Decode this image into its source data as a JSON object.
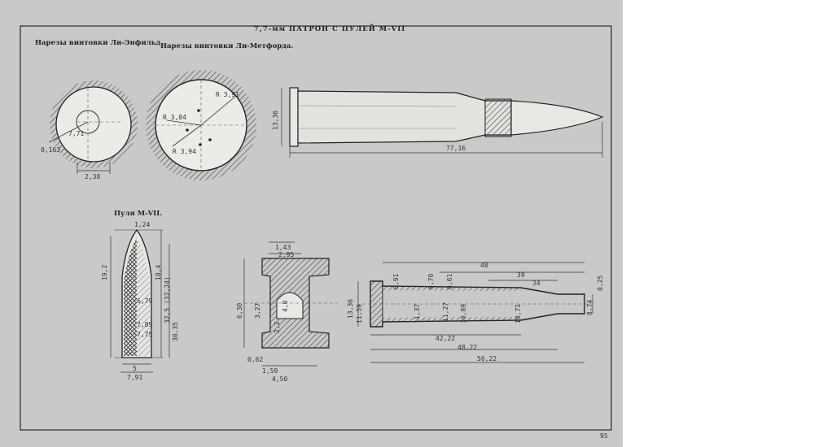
{
  "sheet": {
    "title": "7,7-мм ПАТРОН С ПУЛЕЙ М-VII",
    "page_number": "95"
  },
  "labels": {
    "lee_enfield_rifling": "Нарезы винтовки Ли-Энфильд.",
    "lee_metford_rifling": "Нарезы винтовки Ли-Метфорда.",
    "bullet_title": "Пуля М-VII."
  },
  "dimensions": {
    "enfield": {
      "groove_width": "2,38",
      "bore_dia": "7,71",
      "groove_depth": "0,163"
    },
    "metford": {
      "r1": "R 3,84",
      "r2": "R 3,94",
      "r3": "R 3,91"
    },
    "cartridge": {
      "overall_length": "77,16",
      "rim_dia": "13,36"
    },
    "bullet": {
      "top": "1,24",
      "len1": "19,2",
      "len2": "18,4",
      "len3": "32,5 (32,24)",
      "len4": "30,35",
      "d1": "7,89",
      "d2": "7,75",
      "d3": "6,79",
      "d4": "5",
      "d5": "7,91"
    },
    "base": {
      "d1": "1,43",
      "d2": "2,95",
      "d3": "6,30",
      "d4": "3,27",
      "d5": "2,2",
      "d6": "4,0",
      "d7": "0,62",
      "d8": "1,59",
      "d9": "4,50"
    },
    "case": {
      "l48": "48",
      "l39": "39",
      "l34": "34",
      "l4222": "42,22",
      "l4822": "48,22",
      "l5622": "56,22",
      "d1336": "13,36",
      "d1159": "11,59",
      "d1137": "11,37",
      "d1127": "11,27",
      "d1089": "10,89",
      "d1071": "10,71",
      "d874": "8,74",
      "t091": "0,91",
      "t070": "0,70",
      "t061": "0,61",
      "t025": "0,25"
    }
  }
}
